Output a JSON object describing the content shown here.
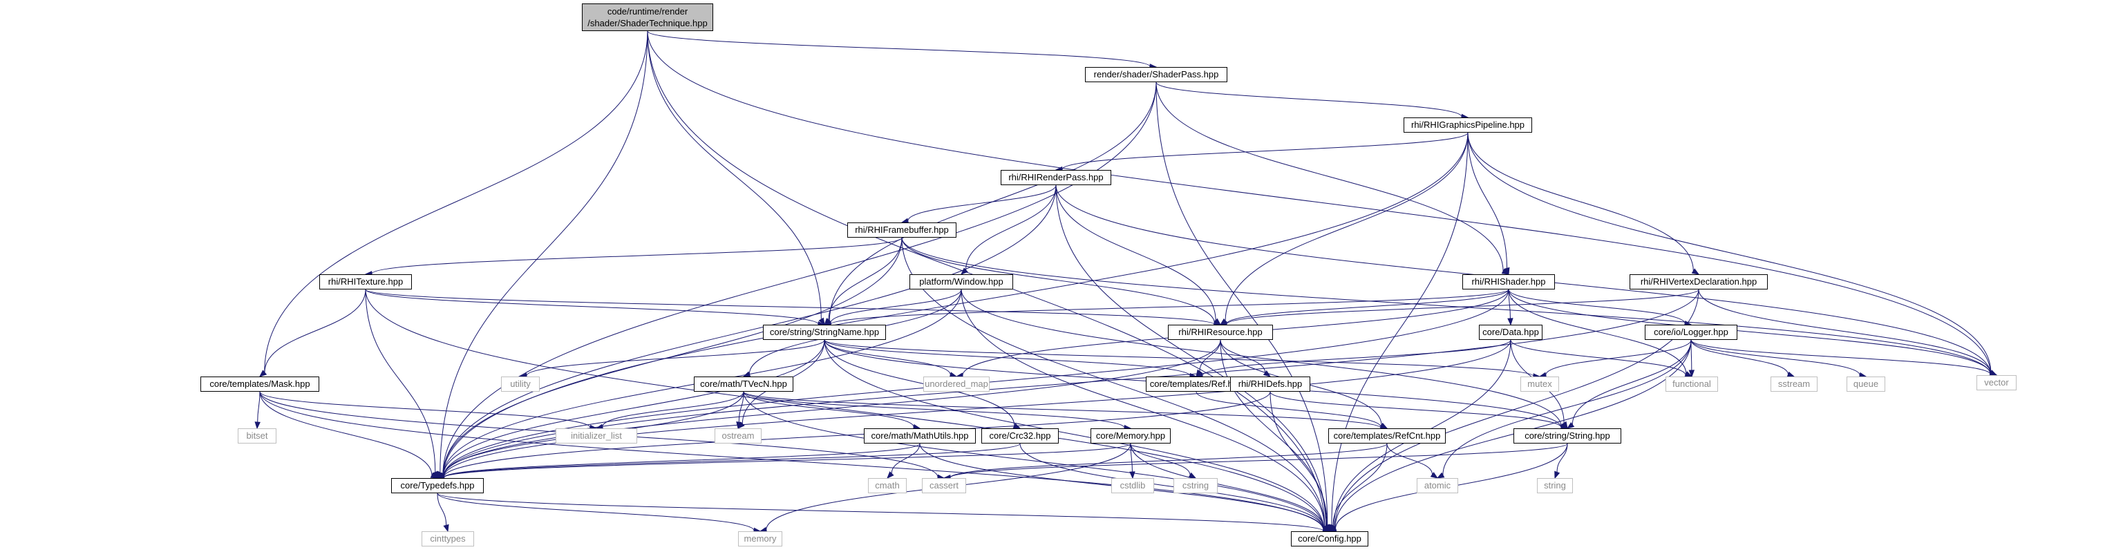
{
  "graph": {
    "edge_color": "#191970",
    "root_fill": "#bfbfbf",
    "system_header_color": "#bfbfbf",
    "root": {
      "line1": "code/runtime/render",
      "line2": "/shader/ShaderTechnique.hpp"
    },
    "nodes": {
      "shaderpass": "render/shader/ShaderPass.hpp",
      "vector": "vector",
      "config": "core/Config.hpp",
      "typedefs": "core/Typedefs.hpp",
      "mask": "core/templates/Mask.hpp",
      "stringname": "core/string/StringName.hpp",
      "graphicspipeline": "rhi/RHIGraphicsPipeline.hpp",
      "renderpass": "rhi/RHIRenderPass.hpp",
      "framebuffer": "rhi/RHIFramebuffer.hpp",
      "texture": "rhi/RHITexture.hpp",
      "window": "platform/Window.hpp",
      "shader": "rhi/RHIShader.hpp",
      "vertexdecl": "rhi/RHIVertexDeclaration.hpp",
      "resource": "rhi/RHIResource.hpp",
      "data": "core/Data.hpp",
      "logger": "core/io/Logger.hpp",
      "tvecn": "core/math/TVecN.hpp",
      "ref": "core/templates/Ref.hpp",
      "rhidefs": "rhi/RHIDefs.hpp",
      "mathutils": "core/math/MathUtils.hpp",
      "crc32": "core/Crc32.hpp",
      "memoryhpp": "core/Memory.hpp",
      "refcnt": "core/templates/RefCnt.hpp",
      "string": "core/string/String.hpp",
      "utility": "utility",
      "unordered_map": "unordered_map",
      "mutex": "mutex",
      "functional": "functional",
      "sstream": "sstream",
      "queue": "queue",
      "bitset": "bitset",
      "initializer_list": "initializer_list",
      "ostream": "ostream",
      "cmath": "cmath",
      "cassert": "cassert",
      "cstdlib": "cstdlib",
      "cstring": "cstring",
      "atomic": "atomic",
      "stringstd": "string",
      "cinttypes": "cinttypes",
      "memory": "memory"
    }
  }
}
